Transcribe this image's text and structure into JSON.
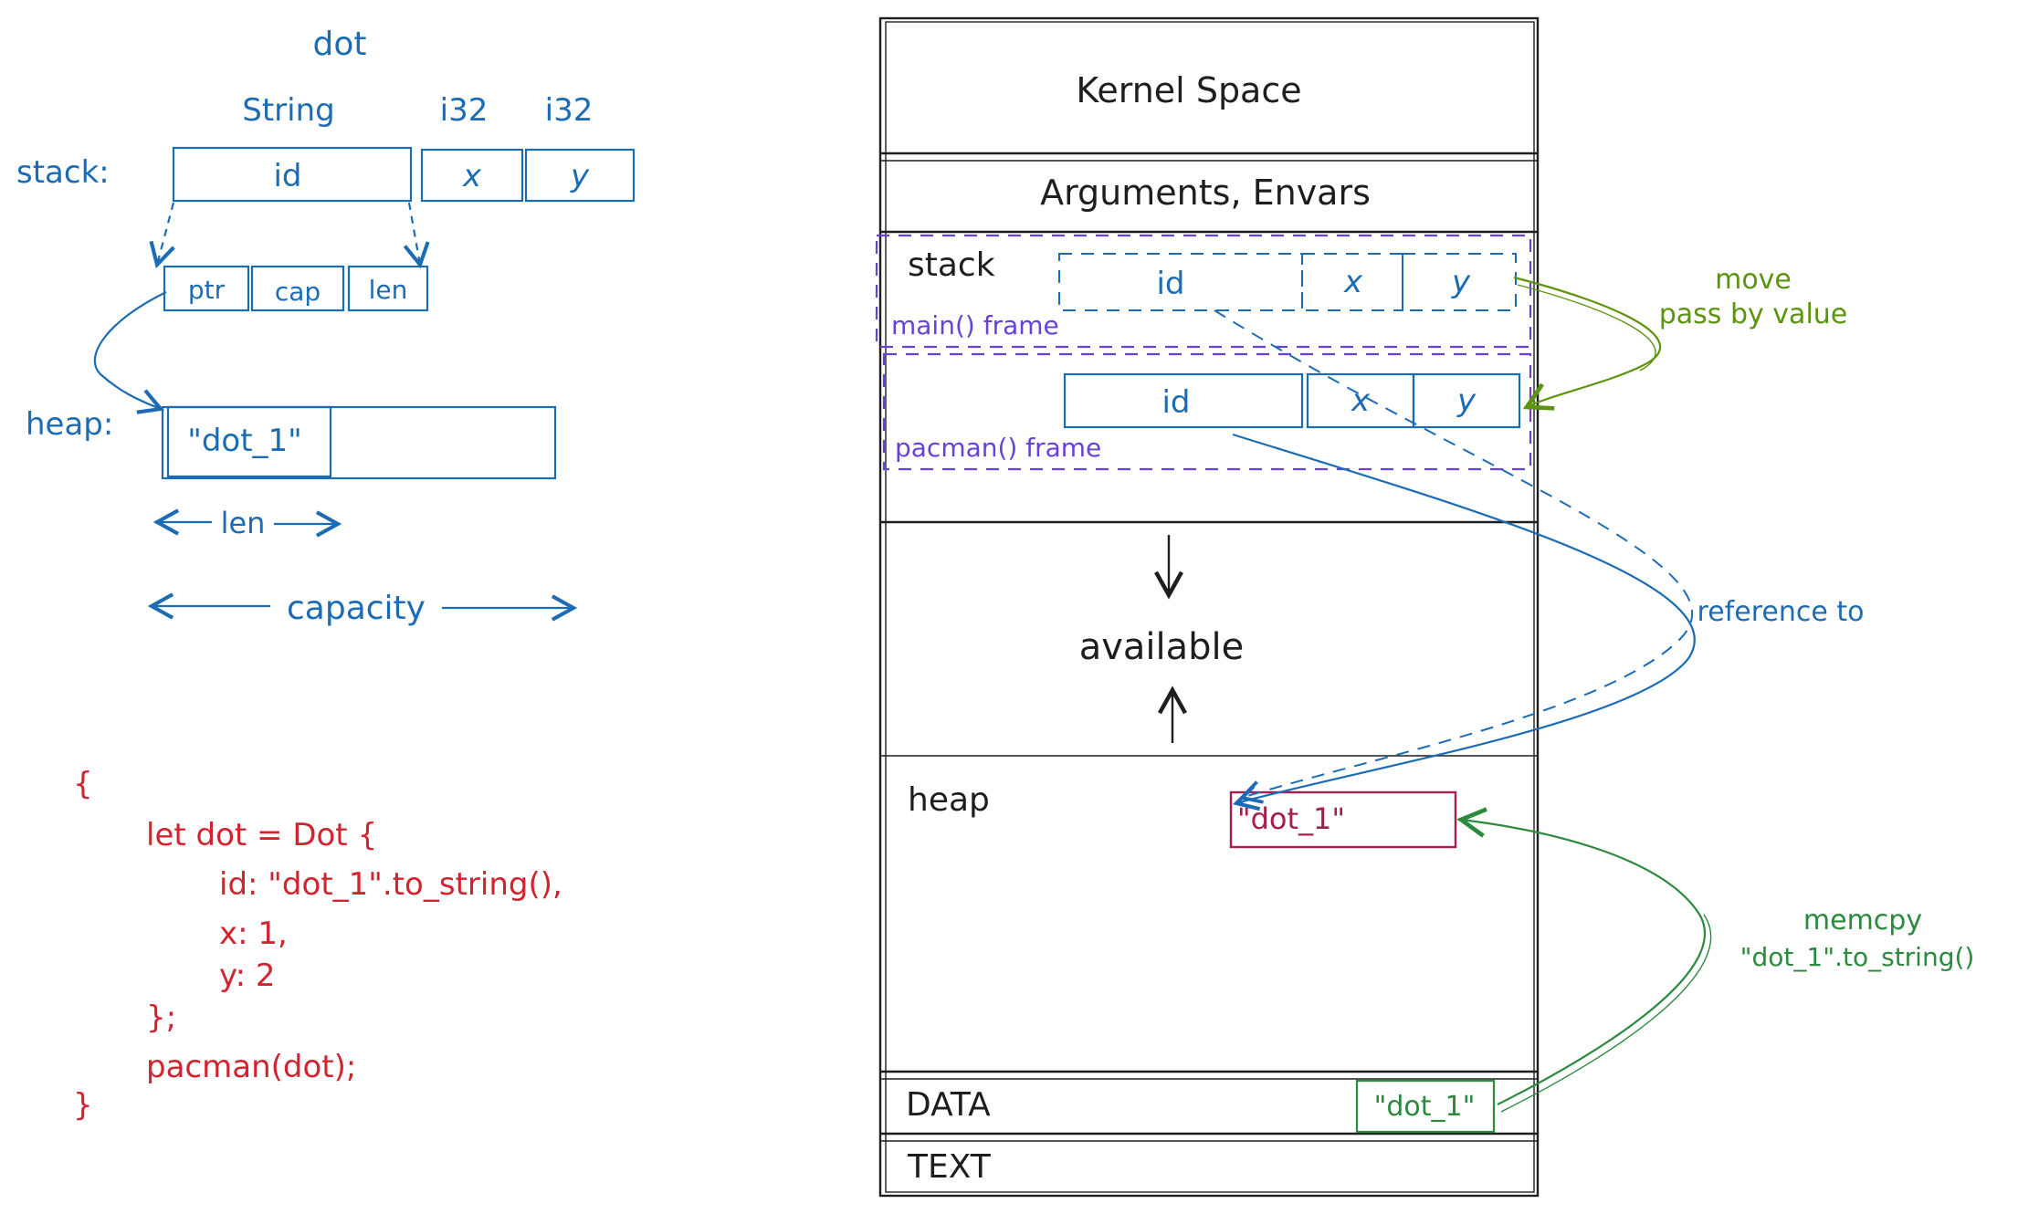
{
  "colors": {
    "ink": "#1e1e1e",
    "blue": "#1c6bb5",
    "red": "#d1242f",
    "purple": "#6741d9",
    "olive": "#5c940d",
    "green": "#2b8a3e",
    "crimson": "#a61e4d"
  },
  "struct": {
    "title": "dot",
    "type_string": "String",
    "type_i32_a": "i32",
    "type_i32_b": "i32",
    "stack_label": "stack:",
    "field_id": "id",
    "field_x": "x",
    "field_y": "y",
    "ptr_label": "ptr",
    "cap_label": "cap",
    "len_label": "len",
    "heap_label": "heap:",
    "heap_value": "\"dot_1\"",
    "len_arrow_label": "len",
    "capacity_label": "capacity"
  },
  "code": {
    "lines": [
      "{",
      "let dot = Dot {",
      "id: \"dot_1\".to_string(),",
      "x: 1,",
      "y: 2",
      "};",
      "pacman(dot);",
      "}"
    ]
  },
  "memory": {
    "kernel": "Kernel Space",
    "args": "Arguments, Envars",
    "stack": "stack",
    "main_frame": "main() frame",
    "pacman_frame": "pacman() frame",
    "main_id": "id",
    "main_x": "x",
    "main_y": "y",
    "pacman_id": "id",
    "pacman_x": "x",
    "pacman_y": "y",
    "available": "available",
    "heap": "heap",
    "heap_value": "\"dot_1\"",
    "data": "DATA",
    "data_value": "\"dot_1\"",
    "text": "TEXT"
  },
  "annotations": {
    "move": "move",
    "pass_by_value": "pass by value",
    "reference_to": "reference to",
    "memcpy": "memcpy",
    "memcpy_expr": "\"dot_1\".to_string()"
  }
}
